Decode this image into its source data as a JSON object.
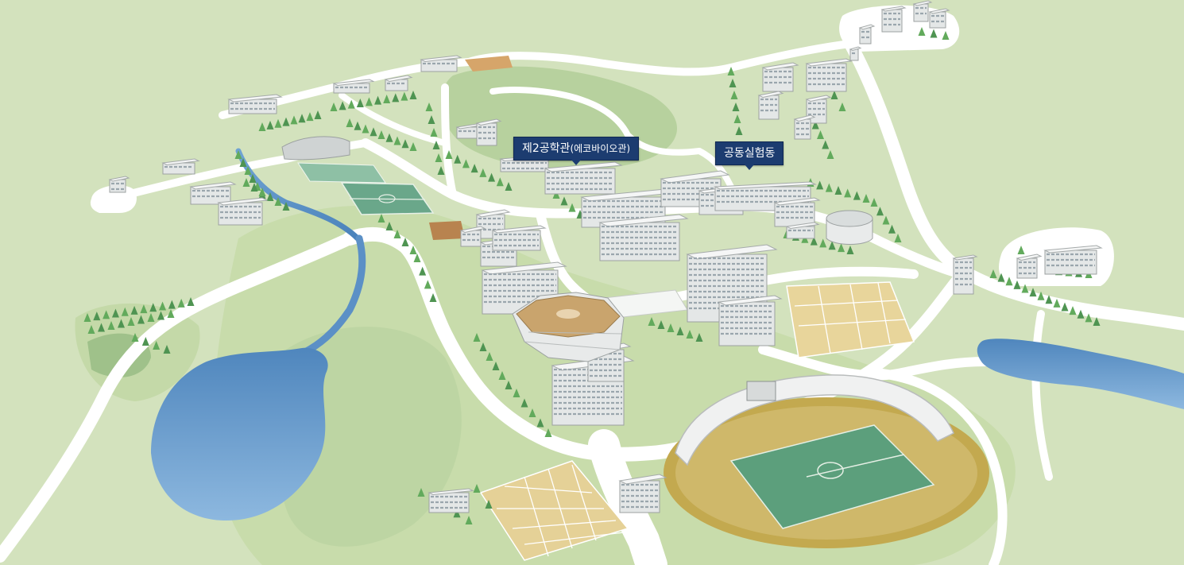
{
  "map": {
    "markers": [
      {
        "id": "eng2",
        "name_main": "제2공학관",
        "name_sub": "(에코바이오관)"
      },
      {
        "id": "lab",
        "name_main": "공동실험동"
      }
    ],
    "colors": {
      "background": "#d3e2bd",
      "field_light": "#c8dcab",
      "hill": "#a9c796",
      "road": "#ffffff",
      "water": "#6fa0cf",
      "building": "#eceeee",
      "tree": "#62a55a",
      "track": "#c9b36a",
      "pitch": "#5c9f7c",
      "court": "#e9d69b",
      "label_bg": "#1c3c70"
    }
  }
}
